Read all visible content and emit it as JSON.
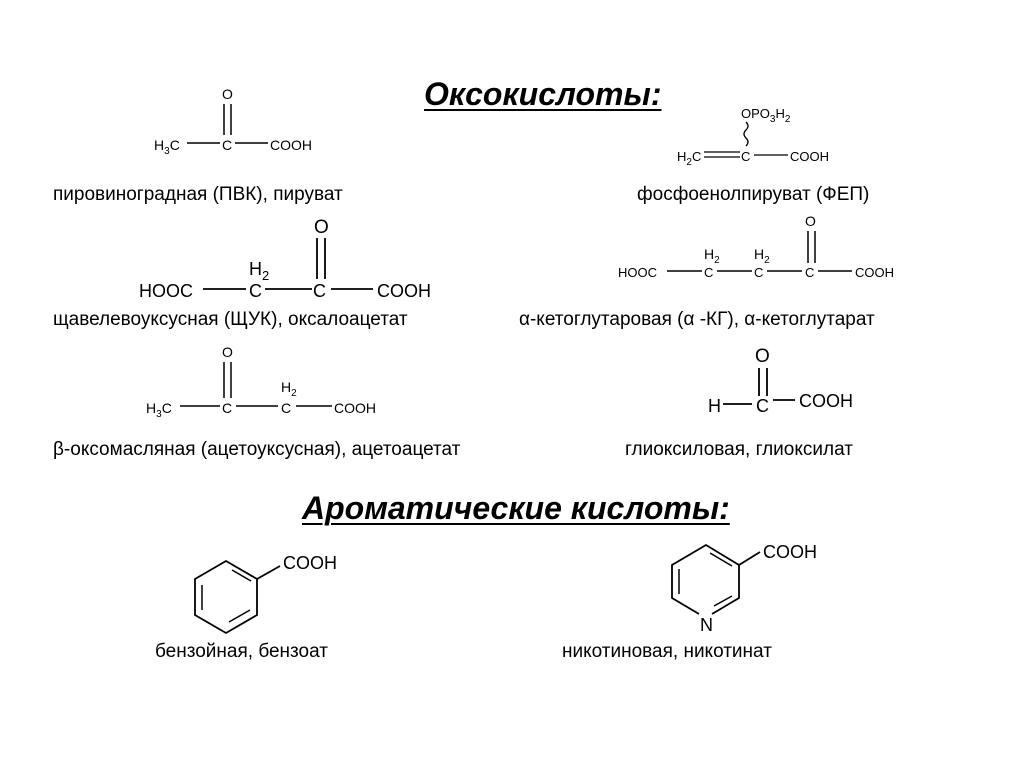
{
  "headings": {
    "oxo": "Оксокислоты:",
    "aromatic": "Ароматические кислоты:"
  },
  "compounds": {
    "pyruvate": {
      "name": "пировиноградная (ПВК), пируват",
      "o": "O",
      "c": "C",
      "cooh": "COOH",
      "h": "H",
      "h_sub": "3",
      "c2": "C"
    },
    "pep": {
      "name": "фосфоенолпируват (ФЕП)",
      "opo": "OPO",
      "opo_sub1": "3",
      "h": "H",
      "opo_sub2": "2",
      "h2": "H",
      "h2_sub": "2",
      "c1": "C",
      "c": "C",
      "cooh": "COOH"
    },
    "oxaloacetate": {
      "name": "щавелевоуксусная (ЩУК), оксалоацетат",
      "hooc": "HOOC",
      "c1": "C",
      "h": "H",
      "h_sub": "2",
      "c2": "C",
      "o": "O",
      "cooh": "COOH"
    },
    "ketoglutarate": {
      "name": "α-кетоглутаровая (α -КГ), α-кетоглутарат",
      "hooc": "HOOC",
      "c1": "C",
      "h1": "H",
      "h1_sub": "2",
      "c2": "C",
      "h2": "H",
      "h2_sub": "2",
      "c3": "C",
      "o": "O",
      "cooh": "COOH"
    },
    "acetoacetate": {
      "name": "β-оксомасляная (ацетоуксусная), ацетоацетат",
      "h": "H",
      "h_sub": "3",
      "c0": "C",
      "c1": "C",
      "o": "O",
      "c2": "C",
      "h2": "H",
      "h2_sub": "2",
      "cooh": "COOH"
    },
    "glyoxylate": {
      "name": "глиоксиловая, глиоксилат",
      "h": "H",
      "c": "C",
      "o": "O",
      "cooh": "COOH"
    },
    "benzoate": {
      "name": "бензойная, бензоат",
      "cooh": "COOH"
    },
    "nicotinate": {
      "name": "никотиновая, никотинат",
      "cooh": "COOH",
      "n": "N"
    }
  }
}
